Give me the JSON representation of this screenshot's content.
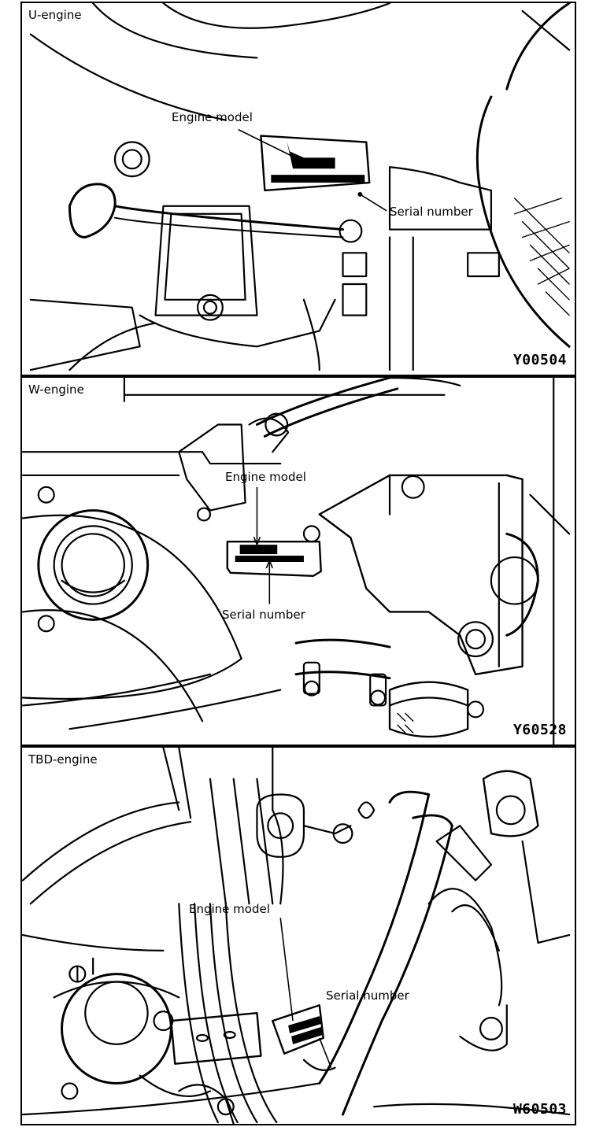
{
  "panels": [
    {
      "title": "U-engine",
      "engine_model_label": "Engine model",
      "serial_number_label": "Serial number",
      "figure_code": "Y00504"
    },
    {
      "title": "W-engine",
      "engine_model_label": "Engine model",
      "serial_number_label": "Serial number",
      "figure_code": "Y60528"
    },
    {
      "title": "TBD-engine",
      "engine_model_label": "Engine model",
      "serial_number_label": "Serial number",
      "figure_code": "W60503"
    }
  ]
}
